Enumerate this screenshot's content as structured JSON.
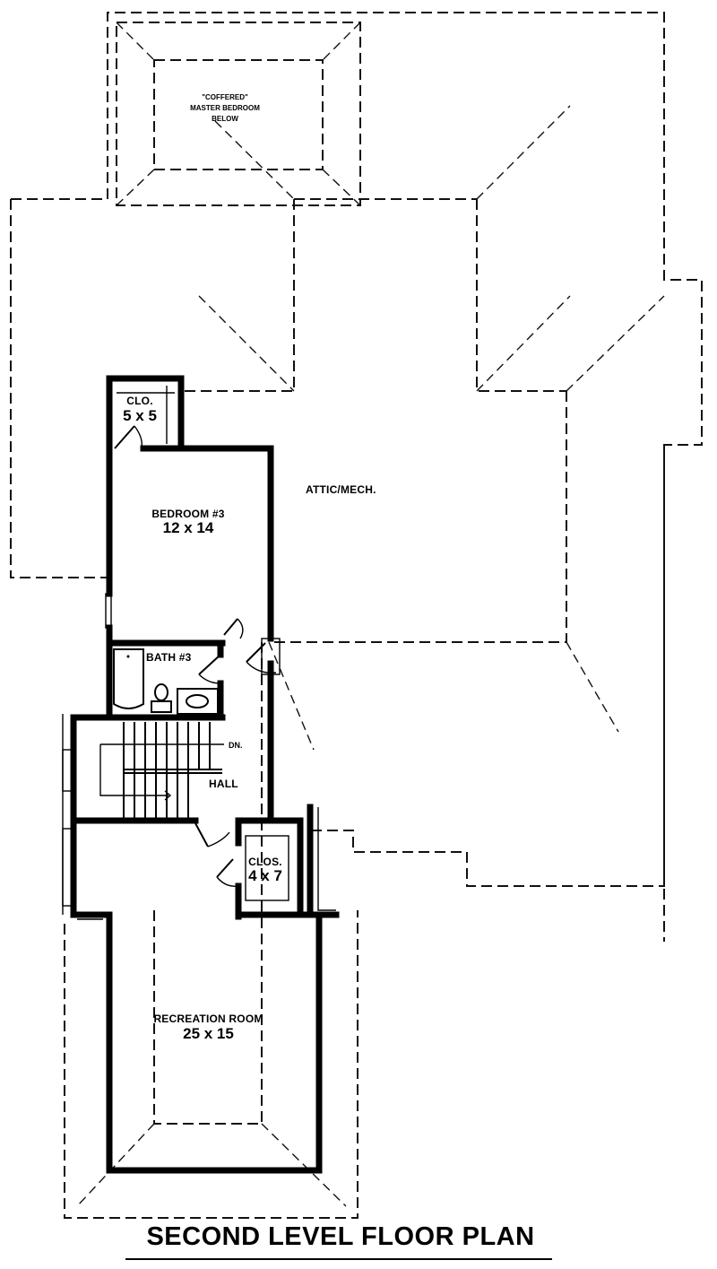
{
  "plan": {
    "title": "SECOND LEVEL FLOOR PLAN",
    "colors": {
      "line": "#000000",
      "background": "#ffffff"
    }
  },
  "notes": {
    "coffered_line1": "\"COFFERED\"",
    "coffered_line2": "MASTER BEDROOM",
    "coffered_line3": "BELOW"
  },
  "rooms": {
    "closet_1": {
      "name": "CLO.",
      "dims": "5 x 5"
    },
    "bedroom_3": {
      "name": "BEDROOM #3",
      "dims": "12 x 14"
    },
    "attic": {
      "name": "ATTIC/MECH."
    },
    "bath_3": {
      "name": "BATH #3"
    },
    "stair": {
      "label": "DN."
    },
    "hall": {
      "name": "HALL"
    },
    "closet_2": {
      "name": "CLOS.",
      "dims": "4 x 7"
    },
    "recreation": {
      "name": "RECREATION ROOM",
      "dims": "25 x 15"
    }
  }
}
